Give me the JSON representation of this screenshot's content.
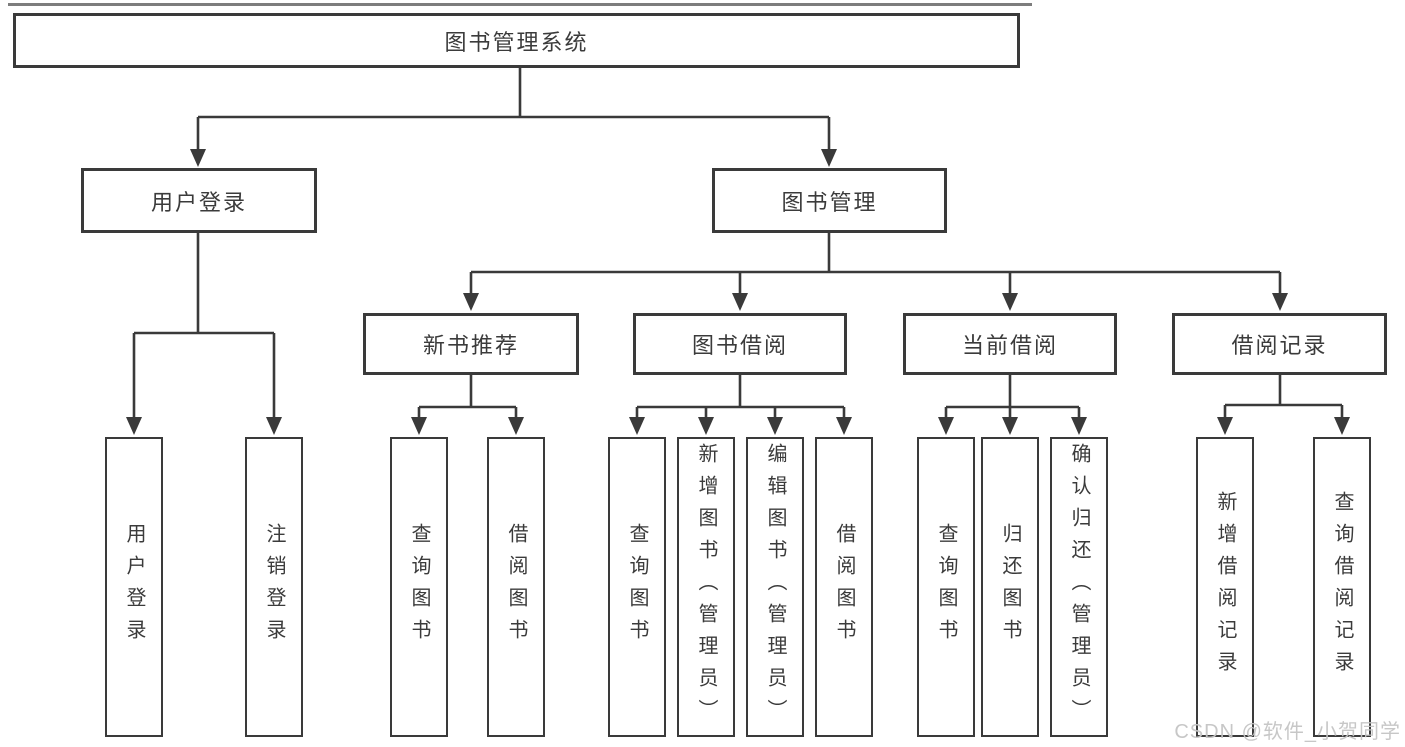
{
  "tree": {
    "root": {
      "label": "图书管理系统"
    },
    "branches": [
      {
        "label": "用户登录",
        "children": [
          "用户登录",
          "注销登录"
        ]
      },
      {
        "label": "图书管理",
        "sub": [
          {
            "label": "新书推荐",
            "children": [
              "查询图书",
              "借阅图书"
            ]
          },
          {
            "label": "图书借阅",
            "children": [
              "查询图书",
              "新增图书（管理员）",
              "编辑图书（管理员）",
              "借阅图书"
            ]
          },
          {
            "label": "当前借阅",
            "children": [
              "查询图书",
              "归还图书",
              "确认归还（管理员）"
            ]
          },
          {
            "label": "借阅记录",
            "children": [
              "新增借阅记录",
              "查询借阅记录"
            ]
          }
        ]
      }
    ]
  },
  "watermark": "CSDN @软件_小贺同学",
  "colors": {
    "line": "#3a3a3a",
    "text": "#3b3b3b",
    "box_fill": "#ffffff",
    "background": "#ffffff",
    "watermark": "#c4c4c4"
  }
}
